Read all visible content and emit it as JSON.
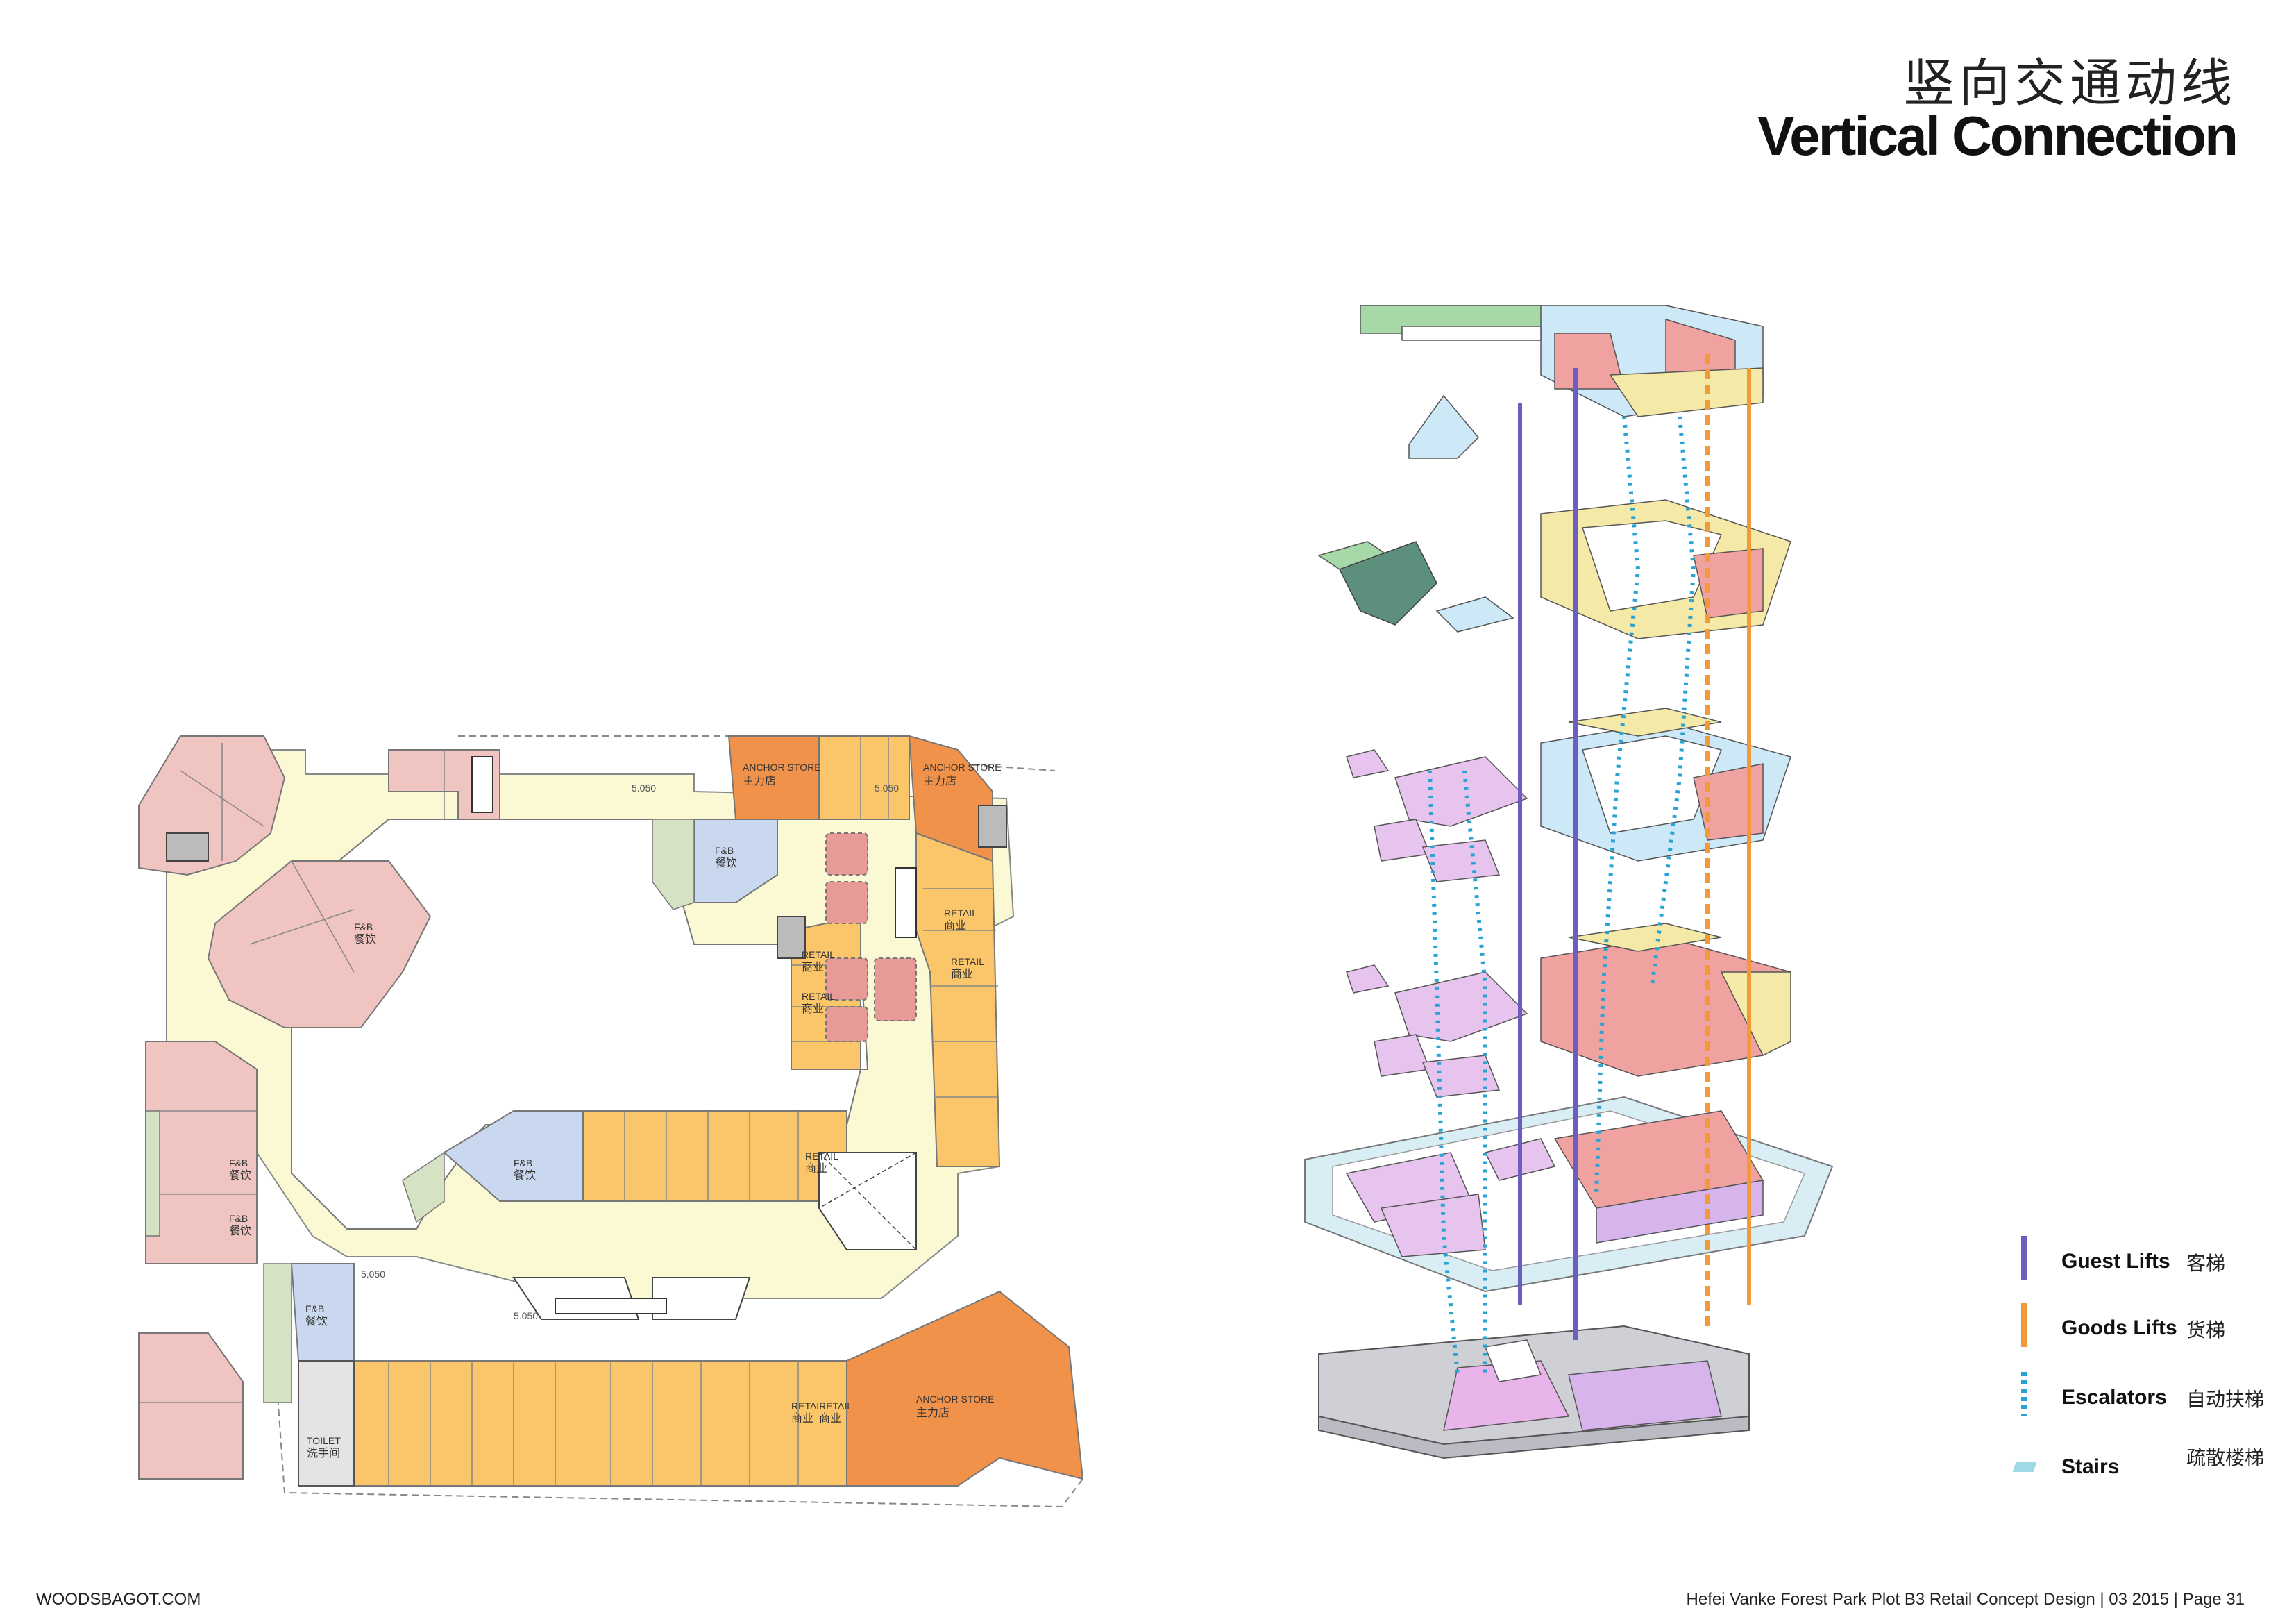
{
  "header": {
    "title_cn": "竖向交通动线",
    "title_en": "Vertical Connection"
  },
  "footer": {
    "left": "WOODSBAGOT.COM",
    "right": "Hefei Vanke Forest Park Plot B3 Retail Concept Design | 03 2015 | Page 31"
  },
  "colors": {
    "guest_lift": "#6a5fc0",
    "goods_lift": "#f29a3a",
    "escalator": "#29a3d4",
    "stairs": "#9fd8e6",
    "retail": "#fbc66a",
    "anchor": "#f0924a",
    "fnb": "#f0c4c0",
    "corridor": "#fbf8d4",
    "blue_unit": "#c9d8ee",
    "green_edge": "#d6e2c4"
  },
  "legend": [
    {
      "en": "Guest Lifts",
      "cn": "客梯",
      "type": "solid-line",
      "color": "#6a5fc0"
    },
    {
      "en": "Goods Lifts",
      "cn": "货梯",
      "type": "solid-line",
      "color": "#f29a3a"
    },
    {
      "en": "Escalators",
      "cn": "自动扶梯",
      "type": "dotted-line",
      "color": "#29a3d4"
    },
    {
      "en": "Stairs",
      "cn": "疏散楼梯",
      "type": "swatch",
      "color": "#9fd8e6"
    }
  ],
  "plan": {
    "labels": {
      "anchor_en": "ANCHOR STORE",
      "anchor_cn": "主力店",
      "retail_en": "RETAIL",
      "retail_cn": "商业",
      "fnb_en": "F&B",
      "fnb_cn": "餐饮",
      "toilet_en": "TOILET",
      "toilet_cn": "洗手间",
      "level_a": "5.050",
      "level_b": "5.050",
      "level_c": "5.050",
      "level_d": "5.050"
    }
  }
}
